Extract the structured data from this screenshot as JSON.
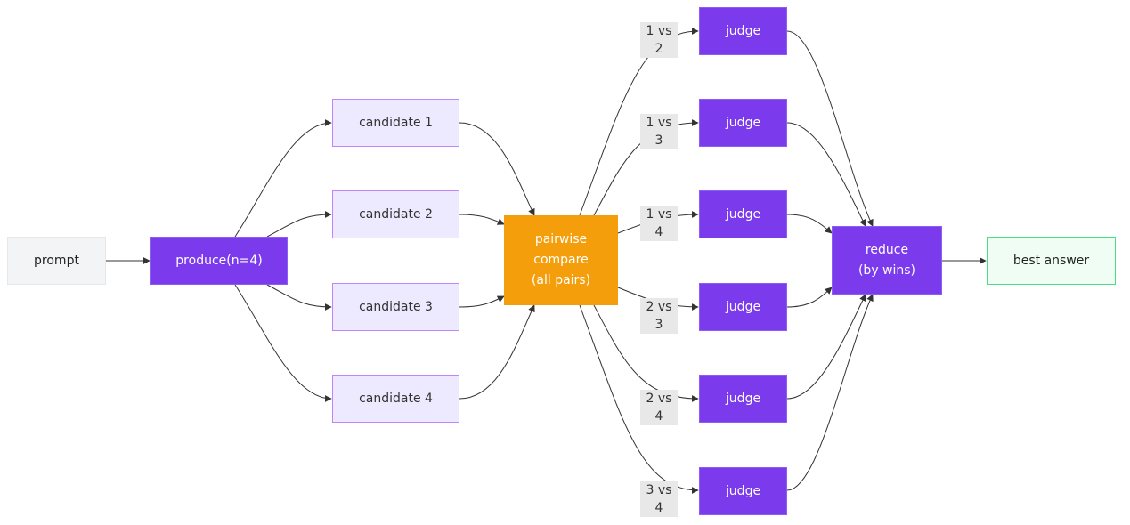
{
  "nodes": {
    "prompt": "prompt",
    "produce": "produce(n=4)",
    "candidates": [
      "candidate 1",
      "candidate 2",
      "candidate 3",
      "candidate 4"
    ],
    "pairwise": "pairwise\ncompare\n(all pairs)",
    "judges": [
      "judge",
      "judge",
      "judge",
      "judge",
      "judge",
      "judge"
    ],
    "reduce": "reduce\n(by wins)",
    "best": "best answer"
  },
  "edge_labels": [
    "1 vs 2",
    "1 vs 3",
    "1 vs 4",
    "2 vs 3",
    "2 vs 4",
    "3 vs 4"
  ],
  "colors": {
    "purple": "#7c3aed",
    "candidate_fill": "#ede9fe",
    "orange": "#f59e0b",
    "green_fill": "#f0fdf4",
    "edge": "#333333"
  }
}
